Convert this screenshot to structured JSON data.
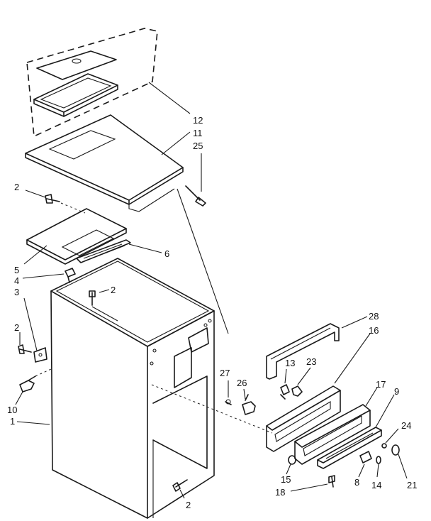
{
  "labels": [
    {
      "id": "callout-12",
      "text": "12"
    },
    {
      "id": "callout-11",
      "text": "11"
    },
    {
      "id": "callout-25",
      "text": "25"
    },
    {
      "id": "callout-2-a",
      "text": "2"
    },
    {
      "id": "callout-6",
      "text": "6"
    },
    {
      "id": "callout-5",
      "text": "5"
    },
    {
      "id": "callout-4",
      "text": "4"
    },
    {
      "id": "callout-3",
      "text": "3"
    },
    {
      "id": "callout-2-b",
      "text": "2"
    },
    {
      "id": "callout-2-c",
      "text": "2"
    },
    {
      "id": "callout-10",
      "text": "10"
    },
    {
      "id": "callout-1",
      "text": "1"
    },
    {
      "id": "callout-28",
      "text": "28"
    },
    {
      "id": "callout-16",
      "text": "16"
    },
    {
      "id": "callout-27",
      "text": "27"
    },
    {
      "id": "callout-26",
      "text": "26"
    },
    {
      "id": "callout-13",
      "text": "13"
    },
    {
      "id": "callout-23",
      "text": "23"
    },
    {
      "id": "callout-17",
      "text": "17"
    },
    {
      "id": "callout-9",
      "text": "9"
    },
    {
      "id": "callout-24",
      "text": "24"
    },
    {
      "id": "callout-15",
      "text": "15"
    },
    {
      "id": "callout-18",
      "text": "18"
    },
    {
      "id": "callout-8",
      "text": "8"
    },
    {
      "id": "callout-14",
      "text": "14"
    },
    {
      "id": "callout-21",
      "text": "21"
    },
    {
      "id": "callout-2-d",
      "text": "2"
    }
  ]
}
